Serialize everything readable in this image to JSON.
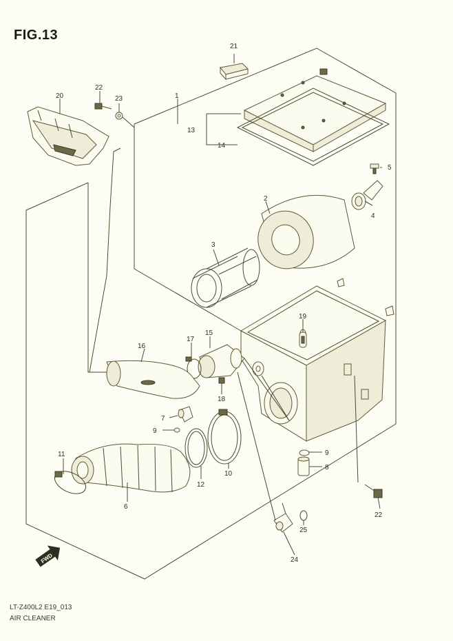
{
  "figure_title": "FIG.13",
  "doc_code": "LT-Z400L2 E19_013",
  "doc_name": "AIR CLEANER",
  "callouts": {
    "c1": "1",
    "c2": "2",
    "c3": "3",
    "c4": "4",
    "c5": "5",
    "c6": "6",
    "c7": "7",
    "c8": "8",
    "c9a": "9",
    "c9b": "9",
    "c10": "10",
    "c11": "11",
    "c12": "12",
    "c13": "13",
    "c14": "14",
    "c15": "15",
    "c16": "16",
    "c17": "17",
    "c18": "18",
    "c19": "19",
    "c20": "20",
    "c21": "21",
    "c22a": "22",
    "c22b": "22",
    "c23": "23",
    "c24": "24",
    "c25": "25"
  },
  "colors": {
    "line": "#4a4a2c",
    "paper": "#fdfdf6"
  },
  "icons": {
    "fwd": "forward-arrow-icon"
  }
}
